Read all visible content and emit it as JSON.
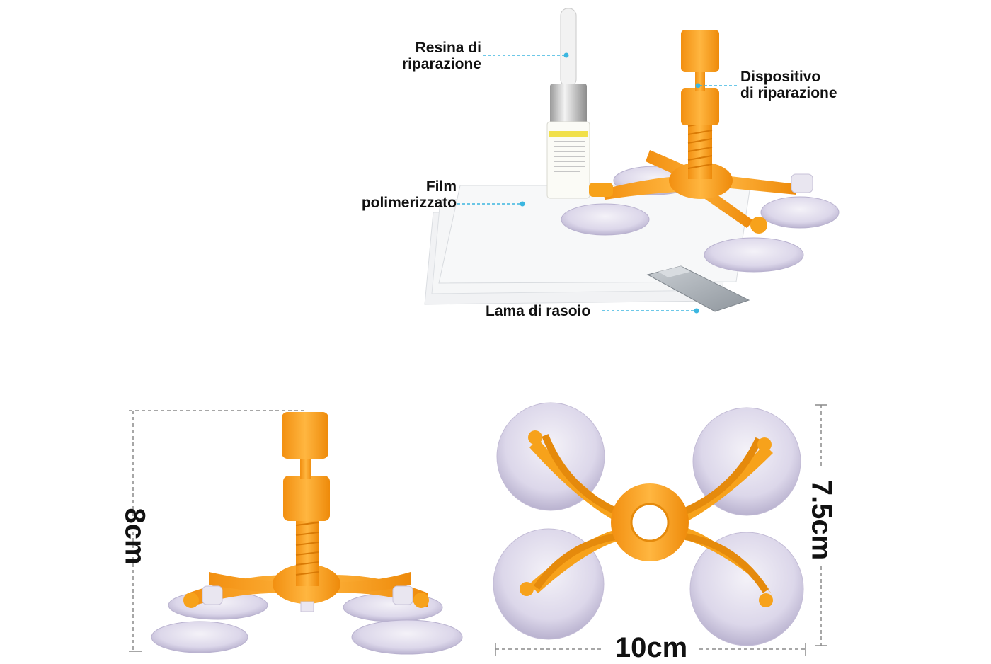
{
  "colors": {
    "accent_orange": "#F7A21B",
    "orange_dark": "#E58A0C",
    "leader_line": "#3BB6E0",
    "suction_cup": "#D9D4E6",
    "film": "#EEF0F2",
    "dimension_line": "#8A8A8A"
  },
  "labels": {
    "resin": "Resina di\nriparazione",
    "device": "Dispositivo\ndi riparazione",
    "film": "Film\npolimerizzato",
    "blade": "Lama di rasoio"
  },
  "dimensions": {
    "height": "8cm",
    "width": "10cm",
    "depth": "7.5cm"
  }
}
